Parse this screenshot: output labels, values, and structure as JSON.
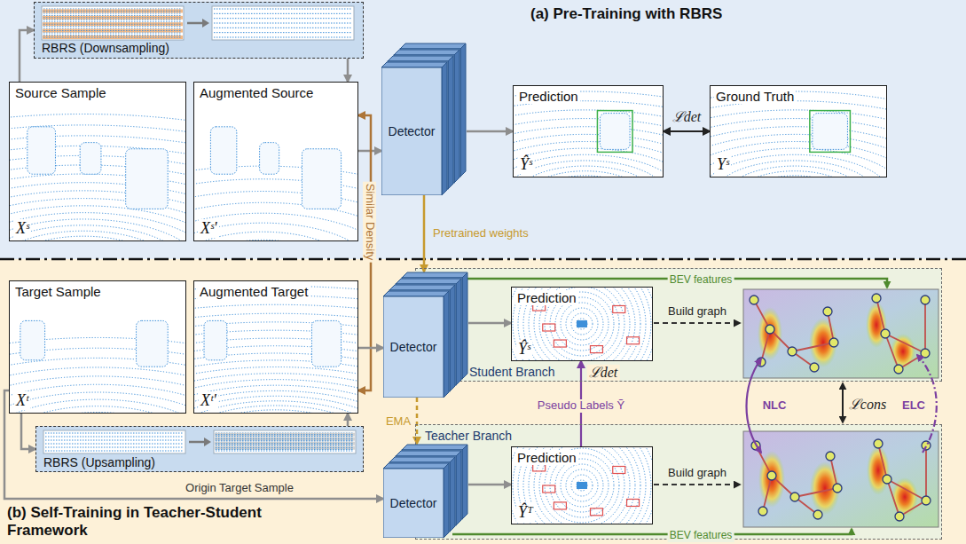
{
  "diagram": {
    "nodes": [
      {
        "text": [
          "(a) Pre-Training with RBRS"
        ]
      },
      {
        "text": [
          "RBRS (Downsampling)"
        ],
        "in": 0
      },
      {
        "text": [
          "Source Sample",
          "Xˢ"
        ],
        "in": 0
      },
      {
        "text": [
          "Augmented Source",
          "Xˢ'"
        ],
        "in": 0
      },
      {
        "text": [
          "Detector"
        ],
        "in": 0
      },
      {
        "text": [
          "Prediction",
          "Ŷˢ"
        ],
        "in": 0
      },
      {
        "text": [
          "Ground Truth",
          "Yˢ"
        ],
        "in": 0
      },
      {
        "text": [
          "(b) Self-Training in Teacher-Student Framework"
        ]
      },
      {
        "text": [
          "Target Sample",
          "Xᵗ"
        ],
        "in": 7
      },
      {
        "text": [
          "Augmented Target",
          "Xᵗ'"
        ],
        "in": 7
      },
      {
        "text": [
          "RBRS (Upsampling)"
        ],
        "in": 7
      },
      {
        "text": [
          "Student Branch"
        ],
        "in": 7
      },
      {
        "text": [
          "Detector"
        ],
        "in": 7
      },
      {
        "text": [
          "Prediction",
          "Ŷˢ"
        ],
        "in": 11
      },
      {
        "text": [
          "Teacher Branch"
        ],
        "in": 7
      },
      {
        "text": [
          "Detector"
        ],
        "in": 7
      },
      {
        "text": [
          "Prediction",
          "Ŷᵀ"
        ],
        "in": 14
      }
    ],
    "edges": [
      {
        "from": 2,
        "to": 1,
        "arrow": "to"
      },
      {
        "from": 1,
        "to": 3,
        "arrow": "to"
      },
      {
        "from": 3,
        "to": 4,
        "arrow": "to"
      },
      {
        "from": 4,
        "to": 5,
        "arrow": "to"
      },
      {
        "from": 5,
        "to": 6,
        "arrow": "both",
        "label": "ℒdet"
      },
      {
        "from": 4,
        "to": 12,
        "arrow": "to",
        "label": "Pretrained weights"
      },
      {
        "from": 3,
        "to": 9,
        "arrow": "both",
        "label": "Similar Density"
      },
      {
        "from": 8,
        "to": 10,
        "arrow": "to"
      },
      {
        "from": 10,
        "to": 9,
        "arrow": "to"
      },
      {
        "from": 9,
        "to": 12,
        "arrow": "to"
      },
      {
        "from": 12,
        "to": 13,
        "arrow": "to"
      },
      {
        "from": 12,
        "to": 15,
        "arrow": "to",
        "label": "EMA"
      },
      {
        "from": 8,
        "to": 15,
        "arrow": "to",
        "label": "Origin Target Sample"
      },
      {
        "from": 15,
        "to": 16,
        "arrow": "to"
      },
      {
        "from": 16,
        "to": 13,
        "arrow": "to",
        "label": "Pseudo Labels Ỹ"
      }
    ],
    "labels": [
      "BEV features",
      "Build graph",
      "ℒdet",
      "NLC",
      "ℒcons",
      "ELC",
      "Build graph",
      "BEV features"
    ]
  }
}
